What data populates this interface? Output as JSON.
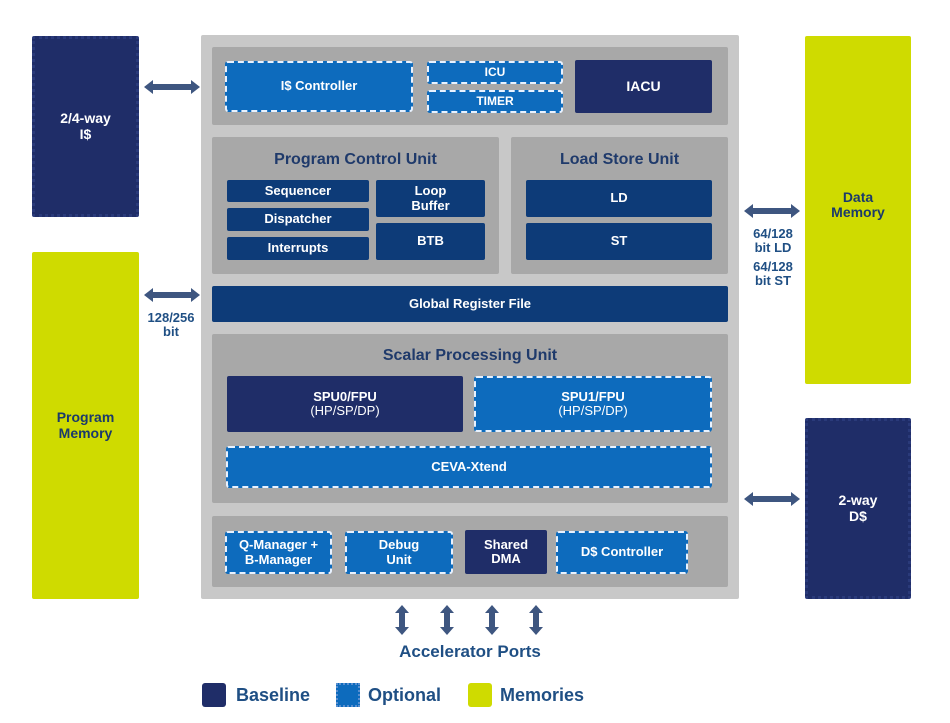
{
  "title": "CEVA DSP core block diagram",
  "colors": {
    "baseline": "#1f2d68",
    "optional": "#0d6bbd",
    "memories": "#cfdb00",
    "arrow": "#3e5680",
    "panel": "#a8a8a8",
    "core": "#c8c8c8"
  },
  "external": {
    "icache": {
      "line1": "2/4-way",
      "line2": "I$"
    },
    "program_memory": {
      "line1": "Program",
      "line2": "Memory"
    },
    "program_bus": {
      "line1": "128/256",
      "line2": "bit"
    },
    "data_memory": {
      "line1": "Data",
      "line2": "Memory"
    },
    "data_bus": {
      "ld1": "64/128",
      "ld2": "bit LD",
      "st1": "64/128",
      "st2": "bit ST"
    },
    "dcache": {
      "line1": "2-way",
      "line2": "D$"
    }
  },
  "top_row": {
    "icache_controller": "I$ Controller",
    "icu": "ICU",
    "timer": "TIMER",
    "iacu": "IACU"
  },
  "program_control_unit": {
    "title": "Program Control Unit",
    "sequencer": "Sequencer",
    "dispatcher": "Dispatcher",
    "interrupts": "Interrupts",
    "loop_buffer_1": "Loop",
    "loop_buffer_2": "Buffer",
    "btb": "BTB"
  },
  "load_store_unit": {
    "title": "Load Store Unit",
    "ld": "LD",
    "st": "ST"
  },
  "global_register_file": "Global Register File",
  "scalar_processing_unit": {
    "title": "Scalar Processing Unit",
    "spu0_1": "SPU0/FPU",
    "spu0_2": "(HP/SP/DP)",
    "spu1_1": "SPU1/FPU",
    "spu1_2": "(HP/SP/DP)",
    "xtend": "CEVA-Xtend"
  },
  "bottom_row": {
    "qmanager_1": "Q-Manager +",
    "qmanager_2": "B-Manager",
    "debug_1": "Debug",
    "debug_2": "Unit",
    "dma_1": "Shared",
    "dma_2": "DMA",
    "dcache_controller": "D$ Controller"
  },
  "accelerator_ports": "Accelerator Ports",
  "legend": [
    {
      "label": "Baseline"
    },
    {
      "label": "Optional"
    },
    {
      "label": "Memories"
    }
  ]
}
